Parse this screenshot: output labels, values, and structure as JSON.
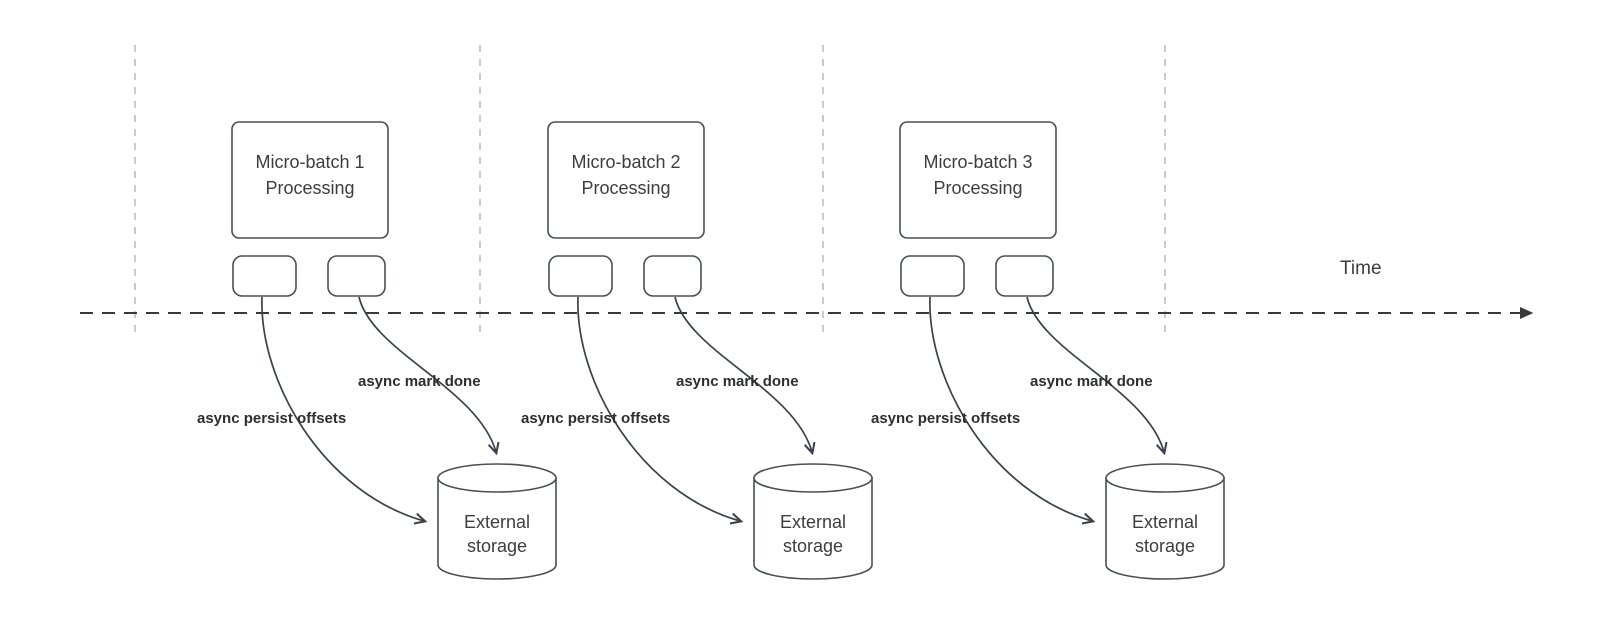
{
  "diagram": {
    "time_label": "Time",
    "batches": [
      {
        "line1": "Micro-batch 1",
        "line2": "Processing"
      },
      {
        "line1": "Micro-batch 2",
        "line2": "Processing"
      },
      {
        "line1": "Micro-batch 3",
        "line2": "Processing"
      }
    ],
    "labels": {
      "persist": "async persist offsets",
      "mark_done": "async mark done"
    },
    "storage": {
      "line1": "External",
      "line2": "storage"
    },
    "colors": {
      "background": "#ffffff",
      "shape_stroke": "#4b4f54",
      "text": "#3d3d3d",
      "gridline": "#b5b5b5",
      "timeline": "#37393c"
    }
  }
}
